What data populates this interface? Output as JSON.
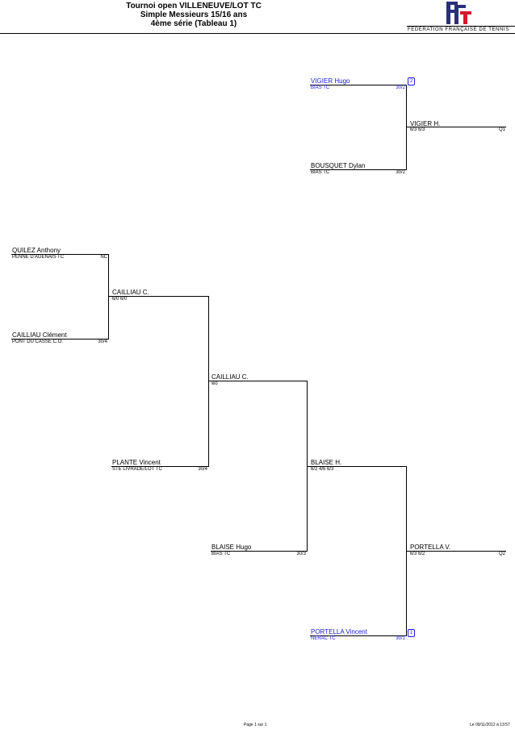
{
  "header": {
    "title_line1": "Tournoi open VILLENEUVE/LOT TC",
    "title_line2": "Simple Messieurs 15/16 ans",
    "title_line3": "4ème série (Tableau 1)",
    "federation": "FÉDÉRATION FRANÇAISE DE TENNIS",
    "logo_colors": {
      "blue": "#2a2f7a",
      "red": "#d41a2a"
    }
  },
  "bracket": {
    "top_entry": {
      "name": "VIGIER Hugo",
      "club": "BIAS TC",
      "rank": "30/2",
      "seed": "2"
    },
    "top_opponent": {
      "name": "BOUSQUET Dylan",
      "club": "BIAS TC",
      "rank": "30/2"
    },
    "top_winner": {
      "name": "VIGIER H.",
      "score": "6/3 6/3",
      "qualif": "Q1"
    },
    "r1_a": {
      "name": "QUILEZ Anthony",
      "club": "PENNE D'AGENAIS TC",
      "rank": "NC"
    },
    "r1_b": {
      "name": "CAILLIAU Clément",
      "club": "PONT DU CASSE C.O.",
      "rank": "30/4"
    },
    "r1_winner": {
      "name": "CAILLIAU C.",
      "score": "6/0 6/0"
    },
    "r2_opponent": {
      "name": "PLANTE Vincent",
      "club": "STE LIVRADE/LOT TC",
      "rank": "30/4"
    },
    "r2_winner": {
      "name": "CAILLIAU C.",
      "score": "wo"
    },
    "r3_opponent": {
      "name": "BLAISE Hugo",
      "club": "BIAS TC",
      "rank": "30/3"
    },
    "r3_winner": {
      "name": "BLAISE H.",
      "score": "6/2 4/6 6/3"
    },
    "r4_opponent": {
      "name": "PORTELLA Vincent",
      "club": "NERAC TC",
      "rank": "30/1",
      "seed": "1"
    },
    "r4_winner": {
      "name": "PORTELLA V.",
      "score": "6/3 6/2",
      "qualif": "Q2"
    }
  },
  "footer": {
    "page": "Page 1 sur 1",
    "date": "Le 09/11/2012 à 13:57"
  }
}
